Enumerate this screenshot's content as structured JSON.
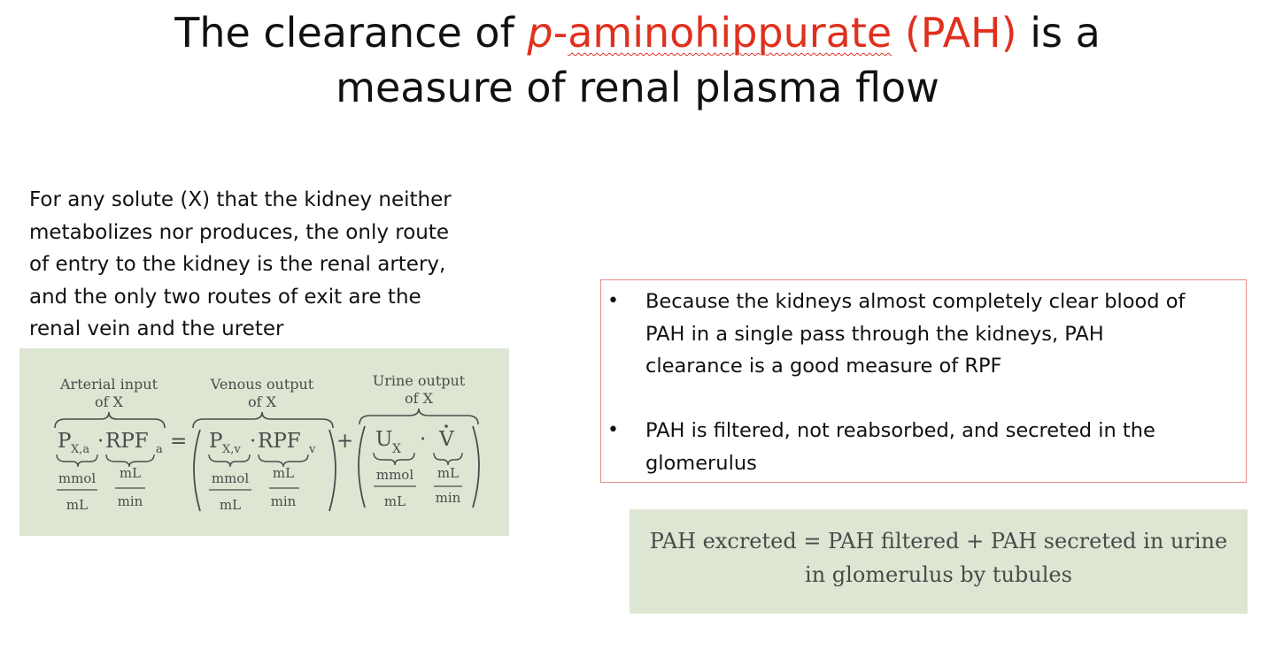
{
  "title": {
    "part1": "The clearance of ",
    "p": "p",
    "dash": "-",
    "amino": "aminohippurate",
    "pah": " (PAH)",
    "part2": " is a",
    "line2": "measure of renal plasma flow"
  },
  "intro_lines": [
    "For any solute (X) that the kidney neither",
    "metabolizes nor produces, the only route",
    "of entry to the kidney is the renal artery,",
    "and the only two routes of exit are the",
    "renal vein and the ureter"
  ],
  "equation": {
    "arterial_label": [
      "Arterial input",
      "of X"
    ],
    "venous_label": [
      "Venous output",
      "of X"
    ],
    "urine_label": [
      "Urine output",
      "of X"
    ],
    "P": "P",
    "Xa": "X,a",
    "RPF": "RPF",
    "a": "a",
    "Xv": "X,v",
    "v": "v",
    "U": "U",
    "X": "X",
    "V": "V",
    "dot": "·",
    "equals": "=",
    "plus": "+",
    "mmol": "mmol",
    "mL": "mL",
    "min": "min"
  },
  "bullets": [
    {
      "lines": [
        "Because the kidneys almost completely clear blood of",
        "PAH in a single pass through the kidneys, PAH",
        "clearance is a good measure of RPF"
      ]
    },
    {
      "lines": [
        "PAH is filtered, not reabsorbed, and secreted in the",
        "glomerulus"
      ]
    }
  ],
  "bullet_symbol": "•",
  "pah_equation": {
    "line1": "PAH excreted = PAH filtered + PAH secreted in urine",
    "line2": "in glomerulus by tubules"
  }
}
